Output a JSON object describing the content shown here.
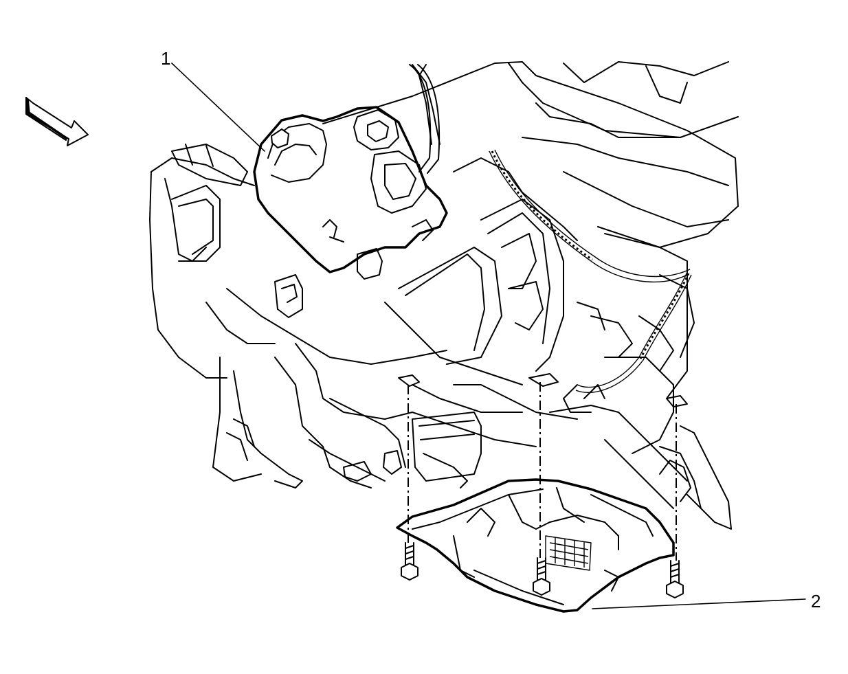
{
  "callouts": [
    {
      "id": "1",
      "label": "1"
    },
    {
      "id": "2",
      "label": "2"
    }
  ],
  "icons": {
    "direction": "front-direction-arrow-icon"
  },
  "colors": {
    "line": "#000000",
    "background": "#ffffff"
  }
}
